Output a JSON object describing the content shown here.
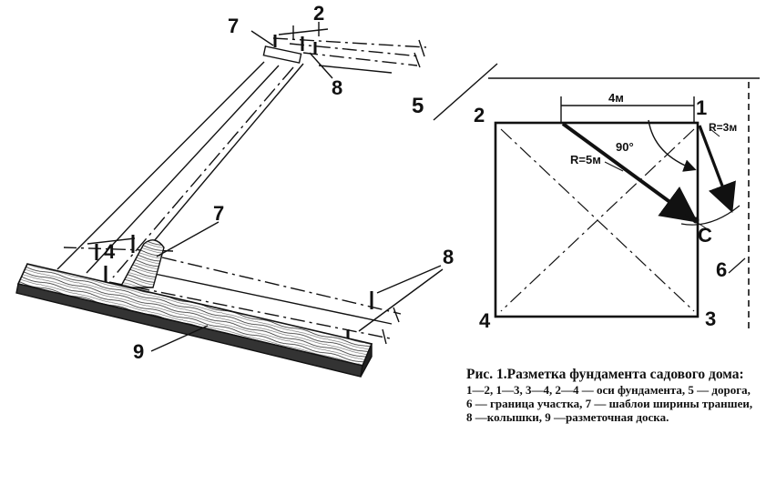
{
  "labels": {
    "left": {
      "n7_top": "7",
      "n2_top": "2",
      "n8_top": "8",
      "n5": "5",
      "n4": "4",
      "n7_mid": "7",
      "n8_right": "8",
      "n9": "9"
    },
    "right": {
      "n2": "2",
      "n1": "1",
      "n3": "3",
      "n4": "4",
      "nC": "C",
      "n6": "6"
    },
    "dims": {
      "four_m": "4м",
      "angle": "90°",
      "r5": "R=5м",
      "r3": "R=3м"
    }
  },
  "caption": {
    "title": "Рис. 1.Разметка фундамента садового дома:",
    "body": "1—2, 1—3, 3—4, 2—4 — оси фундамента, 5 — дорога, 6 — граница участка, 7 — шаблои ширины траншеи, 8 —колышки, 9 —разметочная доска."
  },
  "colors": {
    "ink": "#111111",
    "paper": "#ffffff"
  }
}
